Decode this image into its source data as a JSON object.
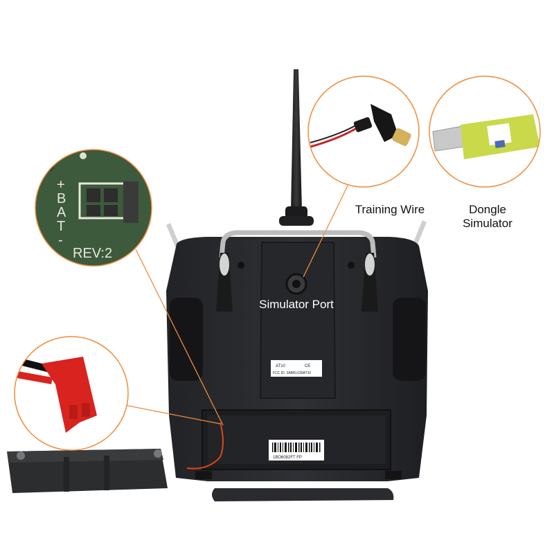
{
  "labels": {
    "training_wire": "Training Wire",
    "dongle_line1": "Dongle",
    "dongle_line2": "Simulator",
    "simulator_port": "Simulator Port"
  },
  "board_markings": {
    "plus": "+",
    "b": "B",
    "a": "A",
    "t": "T",
    "minus": "-",
    "rev": "REV:2"
  },
  "back_label": {
    "model": "AT10",
    "ce": "CE",
    "fcc": "FCC ID: 2ABRL039AT10"
  },
  "barcode_text": "1BO6082FT FP",
  "colors": {
    "callout_line": "#f08c3c",
    "transmitter": "#2b2c2f",
    "connector_red": "#d8231e",
    "dongle_green": "#c9d94a",
    "pcb_green": "#3d5a3c"
  }
}
